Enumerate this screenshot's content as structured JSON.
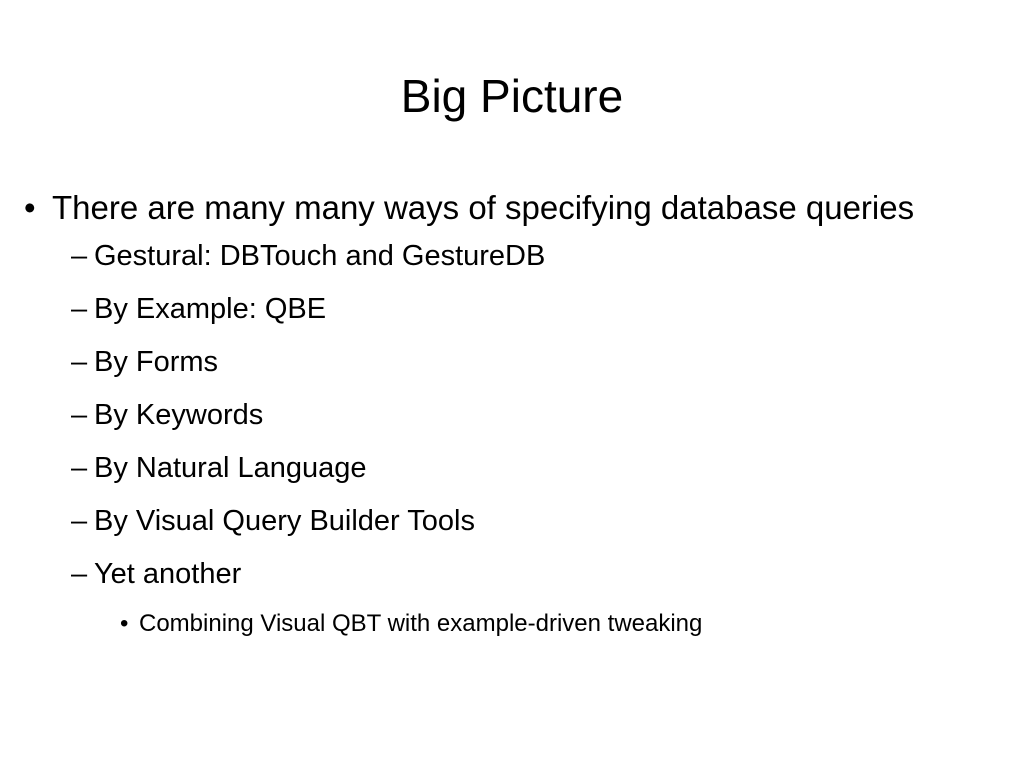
{
  "slide": {
    "title": "Big Picture",
    "bullets": [
      {
        "marker": "•",
        "text": "There are many many ways of specifying database queries"
      }
    ],
    "sub_bullets": [
      {
        "marker": "–",
        "text": "Gestural: DBTouch and GestureDB"
      },
      {
        "marker": "–",
        "text": "By Example: QBE"
      },
      {
        "marker": "–",
        "text": "By Forms"
      },
      {
        "marker": "–",
        "text": "By Keywords"
      },
      {
        "marker": "–",
        "text": "By Natural Language"
      },
      {
        "marker": "–",
        "text": "By Visual Query Builder Tools"
      },
      {
        "marker": "–",
        "text": "Yet another"
      }
    ],
    "sub_sub_bullets": [
      {
        "marker": "•",
        "text": "Combining Visual QBT with example-driven tweaking"
      }
    ]
  }
}
